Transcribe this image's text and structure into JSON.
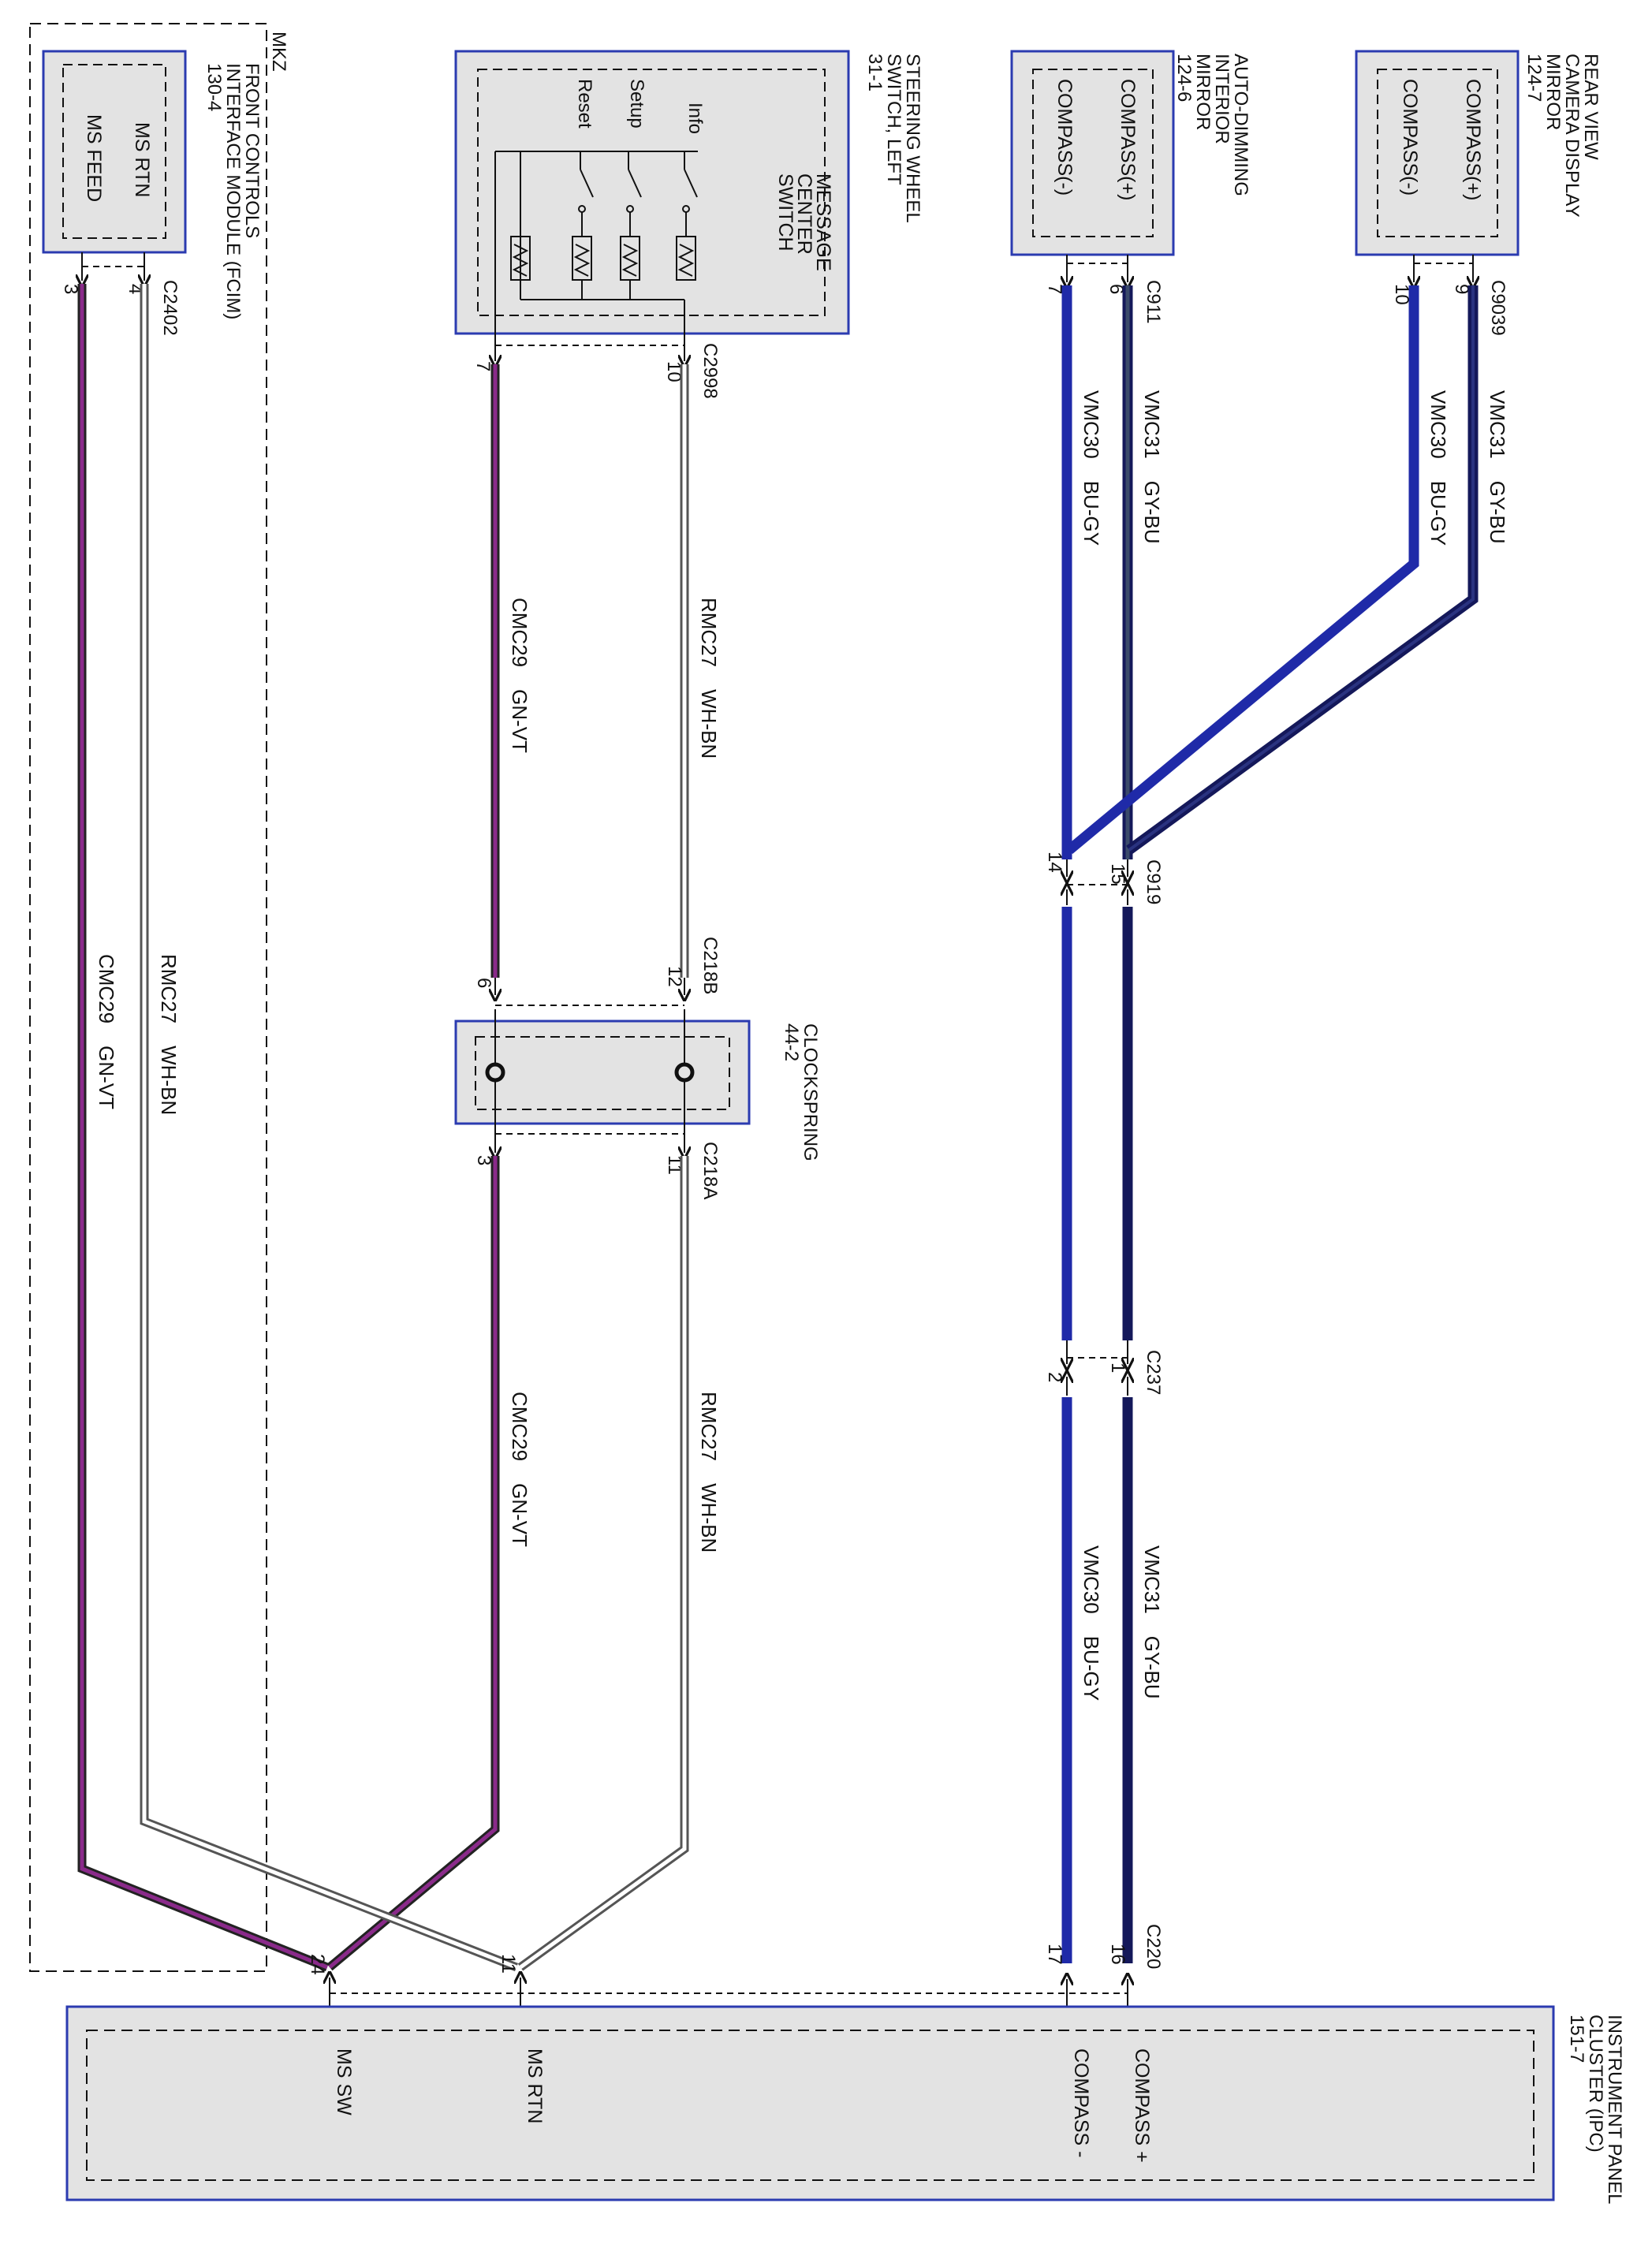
{
  "diagram": {
    "region": "MKZ",
    "fcim": {
      "title": [
        "FRONT CONTROLS",
        "INTERFACE MODULE (FCIM)",
        "130-4"
      ],
      "pin_ms_rtn": "MS RTN",
      "pin_ms_feed": "MS FEED",
      "connector": "C2402",
      "pin_rtn_num": "4",
      "pin_feed_num": "3"
    },
    "steering_switch": {
      "title": [
        "STEERING WHEEL",
        "SWITCH, LEFT",
        "31-1"
      ],
      "inner_title": [
        "MESSAGE",
        "CENTER",
        "SWITCH"
      ],
      "buttons": [
        "Info",
        "Setup",
        "Reset"
      ],
      "connector": "C2998",
      "pin_a": "10",
      "pin_b": "7"
    },
    "mirror": {
      "title": [
        "AUTO-DIMMING",
        "INTERIOR",
        "MIRROR",
        "124-6"
      ],
      "pin_plus": "COMPASS(+)",
      "pin_minus": "COMPASS(-)",
      "connector": "C911",
      "pin_plus_num": "6",
      "pin_minus_num": "7"
    },
    "rear_cam": {
      "title": [
        "REAR VIEW",
        "CAMERA DISPLAY",
        "MIRROR",
        "124-7"
      ],
      "pin_plus": "COMPASS(+)",
      "pin_minus": "COMPASS(-)",
      "connector": "C9039",
      "pin_plus_num": "9",
      "pin_minus_num": "10"
    },
    "clockspring": {
      "title": [
        "CLOCKSPRING",
        "44-2"
      ],
      "conn_top": "C218B",
      "conn_bottom": "C218A",
      "top_a": "12",
      "top_b": "6",
      "bot_a": "11",
      "bot_b": "3"
    },
    "inline_connectors": {
      "c919": "C919",
      "c919_a": "15",
      "c919_b": "14",
      "c237": "C237",
      "c237_a": "1",
      "c237_b": "2",
      "c220": "C220",
      "c220_a": "16",
      "c220_b": "17"
    },
    "ipc": {
      "title": [
        "INSTRUMENT PANEL",
        "CLUSTER (IPC)",
        "151-7"
      ],
      "pin_compass_plus": "COMPASS +",
      "pin_compass_minus": "COMPASS -",
      "pin_ms_rtn": "MS RTN",
      "pin_ms_sw": "MS SW",
      "num_ms_sw": "24",
      "num_ms_rtn": "11"
    },
    "wires": {
      "vmc31": "VMC31",
      "vmc31_color": "GY-BU",
      "vmc30": "VMC30",
      "vmc30_color": "BU-GY",
      "rmc27": "RMC27",
      "rmc27_color": "WH-BN",
      "cmc29": "CMC29",
      "cmc29_color": "GN-VT"
    },
    "colors": {
      "box_border": "#2b3bb0",
      "box_fill": "#e3e3e3",
      "blue_wire": "#1f2aa8",
      "navy_wire": "#14185a",
      "violet_wire": "#8a2a8a"
    }
  }
}
